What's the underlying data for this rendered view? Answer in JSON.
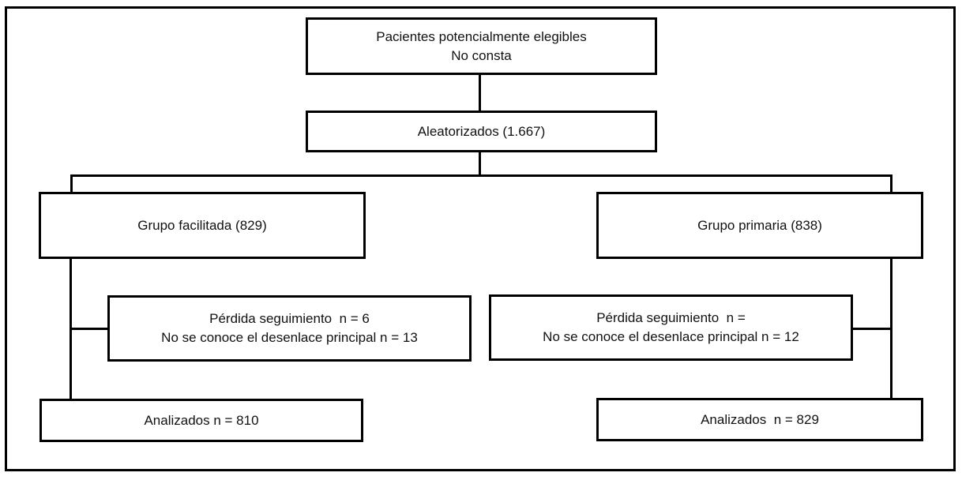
{
  "diagram": {
    "type": "patient-flow-chart",
    "language": "es",
    "boxes": {
      "eligible": {
        "line1": "Pacientes potencialmente elegibles",
        "line2": "No consta"
      },
      "randomized": {
        "label": "Aleatorizados (1.667)"
      },
      "group_facilitada": {
        "label": "Grupo facilitada (829)"
      },
      "group_primaria": {
        "label": "Grupo primaria (838)"
      },
      "loss_facilitada": {
        "line1": "Pérdida seguimiento  n = 6",
        "line2": "No se conoce el desenlace principal n = 13"
      },
      "loss_primaria": {
        "line1": "Pérdida seguimiento  n =",
        "line2": "No se conoce el desenlace principal n = 12"
      },
      "analyzed_facilitada": {
        "label": "Analizados n = 810"
      },
      "analyzed_primaria": {
        "label": "Analizados  n = 829"
      }
    },
    "colors": {
      "line": "#000000",
      "background": "#ffffff",
      "text": "#111111"
    }
  }
}
